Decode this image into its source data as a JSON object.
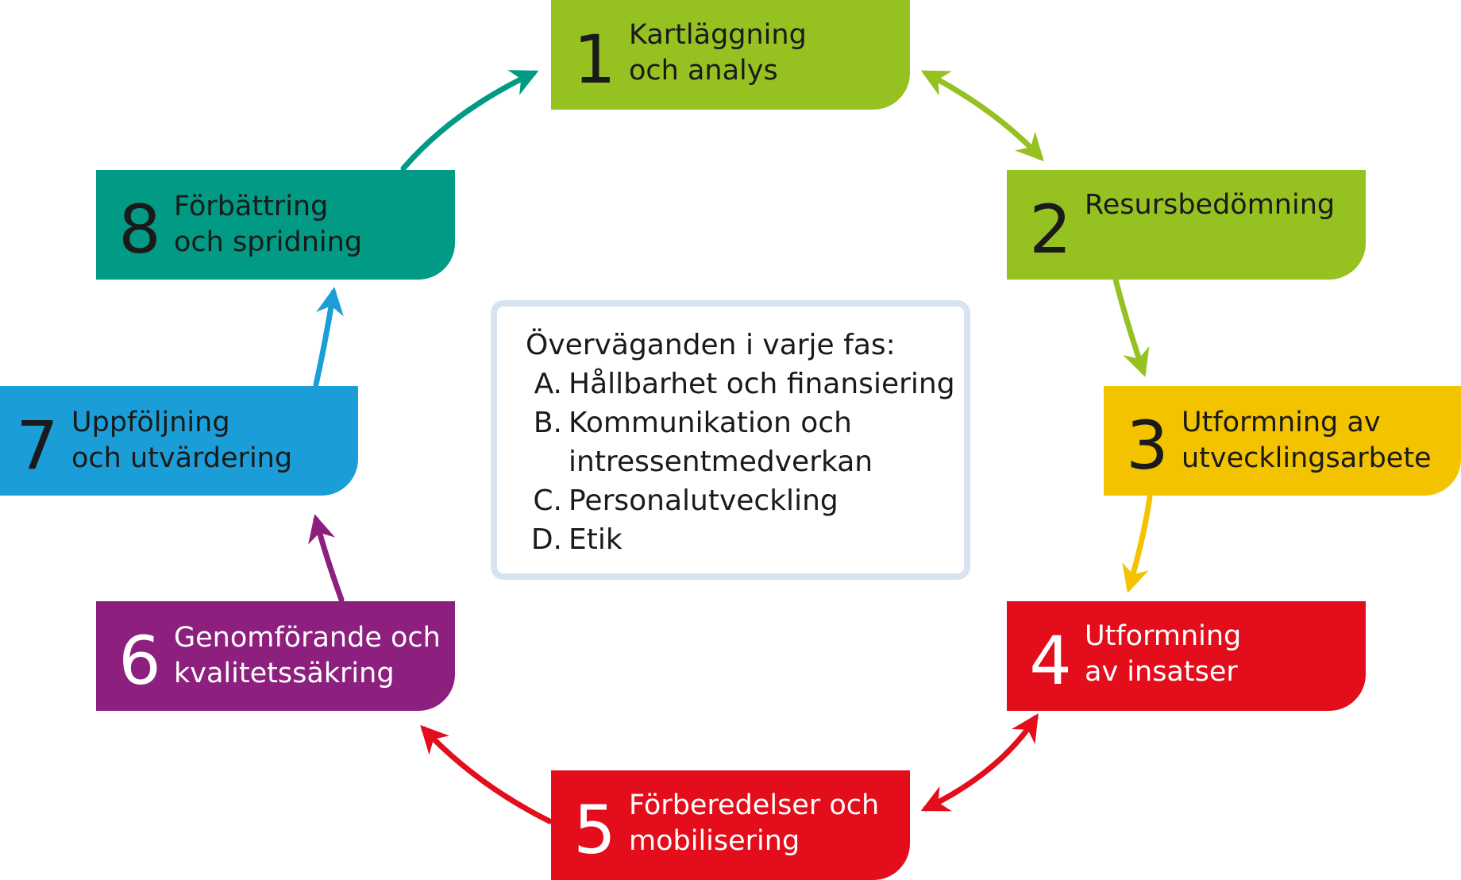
{
  "phases": [
    {
      "number": "1",
      "label": "Kartläggning\noch analys",
      "color": "#95c121"
    },
    {
      "number": "2",
      "label": "Resursbedömning",
      "color": "#95c121"
    },
    {
      "number": "3",
      "label": "Utformning av\nutvecklingsarbete",
      "color": "#f3c300"
    },
    {
      "number": "4",
      "label": "Utformning\nav insatser",
      "color": "#e30d1b"
    },
    {
      "number": "5",
      "label": "Förberedelser och\nmobilisering",
      "color": "#e30d1b"
    },
    {
      "number": "6",
      "label": "Genomförande och\nkvalitetssäkring",
      "color": "#8d1f7e"
    },
    {
      "number": "7",
      "label": "Uppföljning\noch utvärdering",
      "color": "#1b9ed8"
    },
    {
      "number": "8",
      "label": "Förbättring\noch spridning",
      "color": "#019a84"
    }
  ],
  "considerations": {
    "title": "Överväganden i varje fas:",
    "items": [
      {
        "letter": "A.",
        "text": "Hållbarhet och finansiering"
      },
      {
        "letter": "B.",
        "text": "Kommunikation och\n intressentmedverkan"
      },
      {
        "letter": "C.",
        "text": "Personalutveckling"
      },
      {
        "letter": "D.",
        "text": "Etik"
      }
    ]
  },
  "arrows": [
    {
      "from": "1",
      "to": "2",
      "bidirectional": true,
      "color": "#95c121"
    },
    {
      "from": "2",
      "to": "3",
      "bidirectional": false,
      "color": "#95c121"
    },
    {
      "from": "3",
      "to": "4",
      "bidirectional": false,
      "color": "#f3c300"
    },
    {
      "from": "4",
      "to": "5",
      "bidirectional": true,
      "color": "#e30d1b"
    },
    {
      "from": "5",
      "to": "6",
      "bidirectional": false,
      "color": "#e30d1b"
    },
    {
      "from": "6",
      "to": "7",
      "bidirectional": false,
      "color": "#8d1f7e"
    },
    {
      "from": "7",
      "to": "8",
      "bidirectional": false,
      "color": "#1b9ed8"
    },
    {
      "from": "8",
      "to": "1",
      "bidirectional": false,
      "color": "#019a84"
    }
  ]
}
